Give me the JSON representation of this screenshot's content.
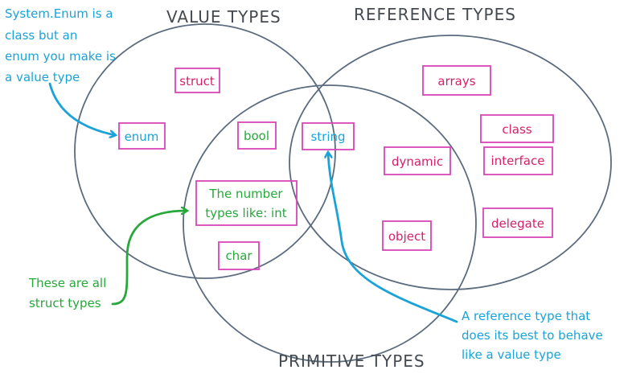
{
  "circles": {
    "value_types": "VALUE TYPES",
    "reference_types": "REFERENCE TYPES",
    "primitive_types": "PRIMITIVE TYPES"
  },
  "items": {
    "struct": "struct",
    "enum": "enum",
    "bool": "bool",
    "string": "string",
    "number_types_line1": "The number",
    "number_types_line2": "types like: int",
    "char": "char",
    "arrays": "arrays",
    "class": "class",
    "interface": "interface",
    "dynamic": "dynamic",
    "object": "object",
    "delegate": "delegate"
  },
  "notes": {
    "enum_note": [
      "System.Enum is a",
      "class but an",
      "enum you make is",
      "a value type"
    ],
    "struct_note": [
      "These are all",
      "struct types"
    ],
    "string_note": [
      "A reference type that",
      "does its best to behave",
      "like a value type"
    ]
  },
  "colors": {
    "circle": "#5b6b7e",
    "box": "#d946b5",
    "blue": "#1ba3d9",
    "green": "#27a83a",
    "magenta": "#d61f6b",
    "title": "#444a50"
  }
}
